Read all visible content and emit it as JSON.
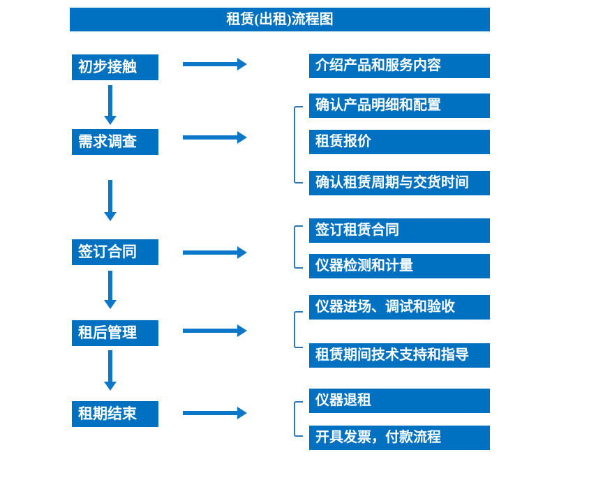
{
  "title": "租赁(出租)流程图",
  "colors": {
    "box": "#0070C0",
    "arrow": "#0C76C8",
    "bracket": "#2E75B6",
    "text": "#FFFFFF",
    "background": "#FFFFFF"
  },
  "stages": [
    {
      "label": "初步接触",
      "steps": [
        "介绍产品和服务内容"
      ]
    },
    {
      "label": "需求调查",
      "steps": [
        "确认产品明细和配置",
        "租赁报价",
        "确认租赁周期与交货时间"
      ]
    },
    {
      "label": "签订合同",
      "steps": [
        "签订租赁合同",
        "仪器检测和计量"
      ]
    },
    {
      "label": "租后管理",
      "steps": [
        "仪器进场、调试和验收",
        "租赁期间技术支持和指导"
      ]
    },
    {
      "label": "租期结束",
      "steps": [
        "仪器退租",
        "开具发票，付款流程"
      ]
    }
  ]
}
